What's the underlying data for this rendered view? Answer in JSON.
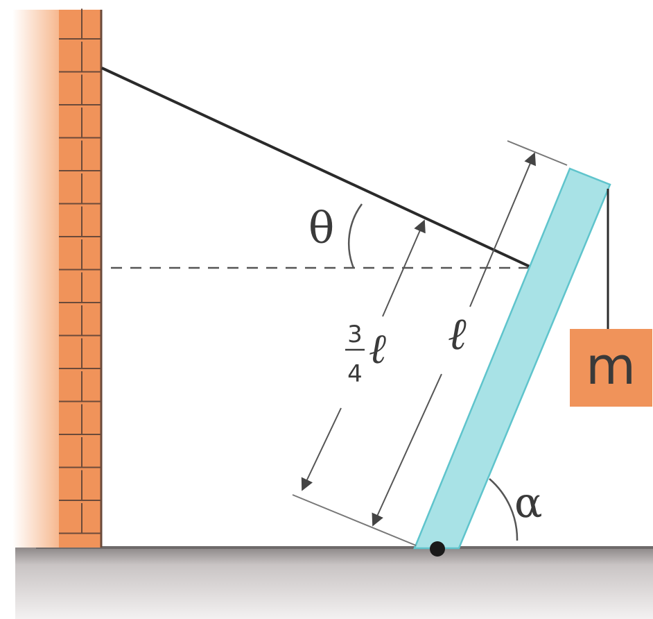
{
  "labels": {
    "theta": "θ",
    "alpha": "α",
    "length": "ℓ",
    "fraction_numerator": "3",
    "fraction_denominator": "4",
    "fraction_symbol": "ℓ",
    "mass": "m"
  },
  "colors": {
    "wall": "#f0935a",
    "wall_dark": "#c8693a",
    "beam": "#a8e2e6",
    "beam_edge": "#5fc4cc",
    "mass_block": "#f0935a",
    "ground_top": "#8a8585",
    "ground_bottom": "#eeeaea",
    "line": "#2a2a2a",
    "dim_line": "#555555"
  }
}
